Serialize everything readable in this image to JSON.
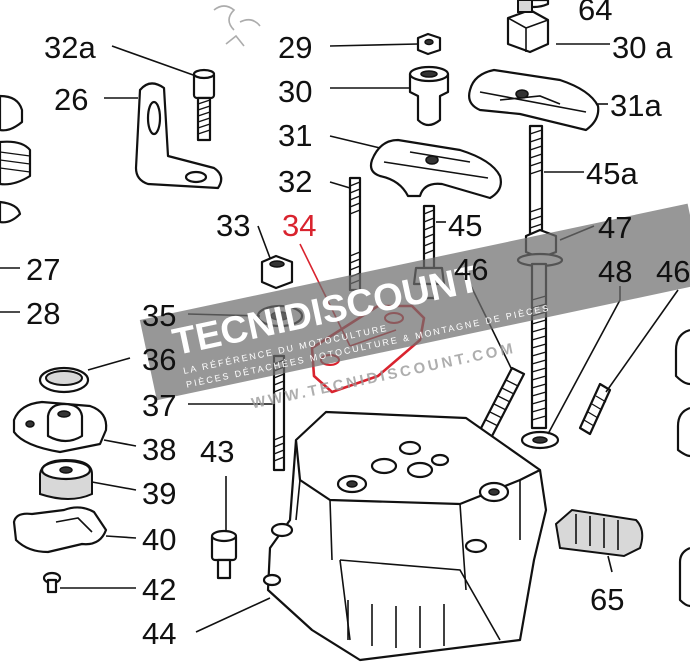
{
  "diagram": {
    "part_labels": [
      {
        "id": "64",
        "text": "64"
      },
      {
        "id": "32a",
        "text": "32a"
      },
      {
        "id": "29",
        "text": "29"
      },
      {
        "id": "30a",
        "text": "30 a"
      },
      {
        "id": "26",
        "text": "26"
      },
      {
        "id": "30",
        "text": "30"
      },
      {
        "id": "31a",
        "text": "31a"
      },
      {
        "id": "31",
        "text": "31"
      },
      {
        "id": "32",
        "text": "32"
      },
      {
        "id": "45a",
        "text": "45a"
      },
      {
        "id": "33",
        "text": "33"
      },
      {
        "id": "34",
        "text": "34"
      },
      {
        "id": "45",
        "text": "45"
      },
      {
        "id": "47",
        "text": "47"
      },
      {
        "id": "27",
        "text": "27"
      },
      {
        "id": "46",
        "text": "46"
      },
      {
        "id": "48",
        "text": "48"
      },
      {
        "id": "46b",
        "text": "46"
      },
      {
        "id": "28",
        "text": "28"
      },
      {
        "id": "35",
        "text": "35"
      },
      {
        "id": "36",
        "text": "36"
      },
      {
        "id": "37",
        "text": "37"
      },
      {
        "id": "38",
        "text": "38"
      },
      {
        "id": "43",
        "text": "43"
      },
      {
        "id": "39",
        "text": "39"
      },
      {
        "id": "40",
        "text": "40"
      },
      {
        "id": "42",
        "text": "42"
      },
      {
        "id": "65",
        "text": "65"
      },
      {
        "id": "44",
        "text": "44"
      }
    ],
    "highlighted_part": "34",
    "colors": {
      "line": "#111111",
      "highlight": "#d9232e",
      "watermark": "#6f6f6f"
    }
  },
  "watermark": {
    "brand": "TECNIDISCOUNT",
    "tagline": "LA RÉFÉRENCE DU MOTOCULTURE",
    "tagline2": "PIÈCES DÉTACHÉES MOTOCULTURE & MONTAGNE DE PIÈCES",
    "url": "WWW.TECNIDISCOUNT.COM"
  }
}
